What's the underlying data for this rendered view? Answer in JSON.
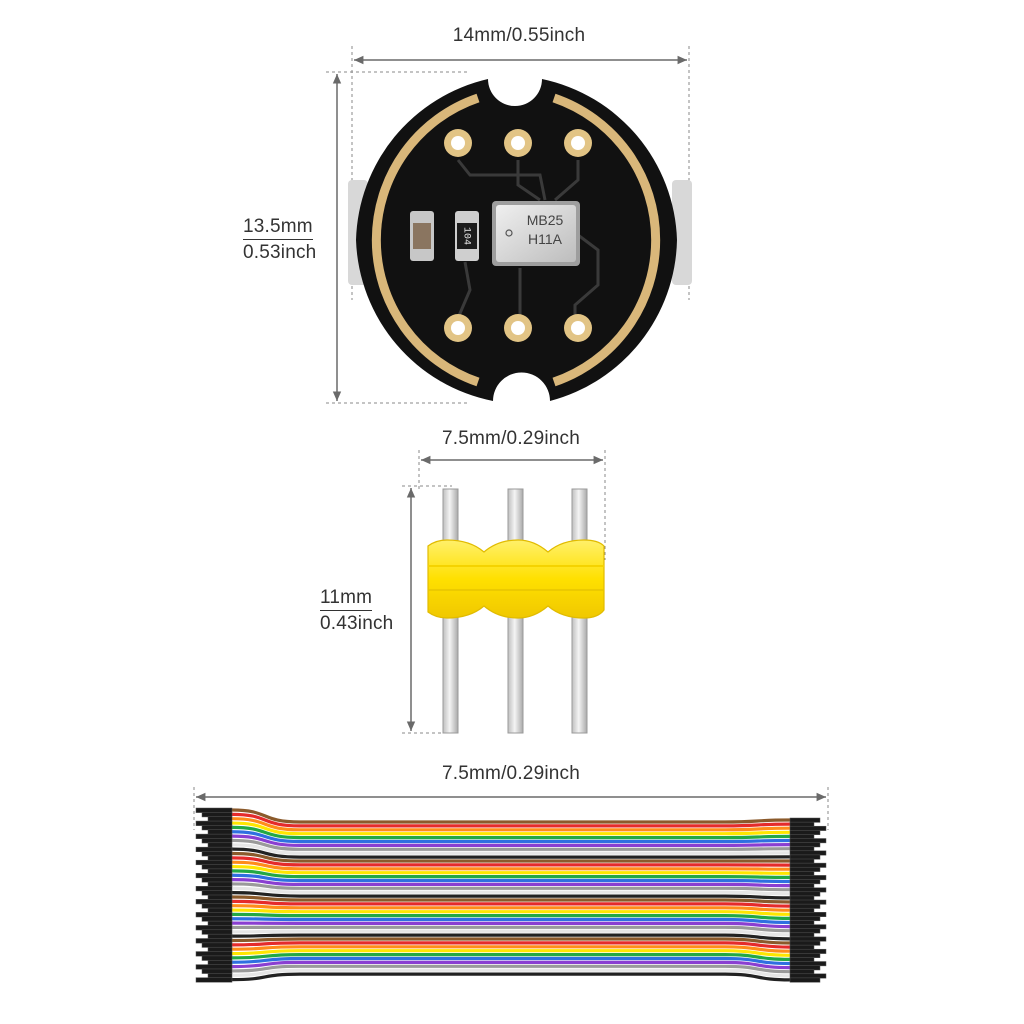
{
  "colors": {
    "pcb": "#0e0e0e",
    "gold": "#d9b77a",
    "header_plastic": "#ffe000",
    "pin_metal": "#d7d7d7",
    "dimension_line": "#6a6a6a",
    "wire_colors": [
      "#8b5a2b",
      "#e52b2b",
      "#ff8c1a",
      "#ffe600",
      "#22a845",
      "#2f6fe0",
      "#8a3fd1",
      "#9a9a9a",
      "#ffffff",
      "#222222"
    ]
  },
  "board": {
    "width_label": "14mm/0.55inch",
    "height_label_top": "13.5mm",
    "height_label_bottom": "0.53inch",
    "mic_text_line1": "MB25",
    "mic_text_line2": "H11A",
    "resistor_text": "104"
  },
  "header_pins": {
    "width_label": "7.5mm/0.29inch",
    "height_label_top": "11mm",
    "height_label_bottom": "0.43inch"
  },
  "cable": {
    "width_label": "7.5mm/0.29inch"
  }
}
